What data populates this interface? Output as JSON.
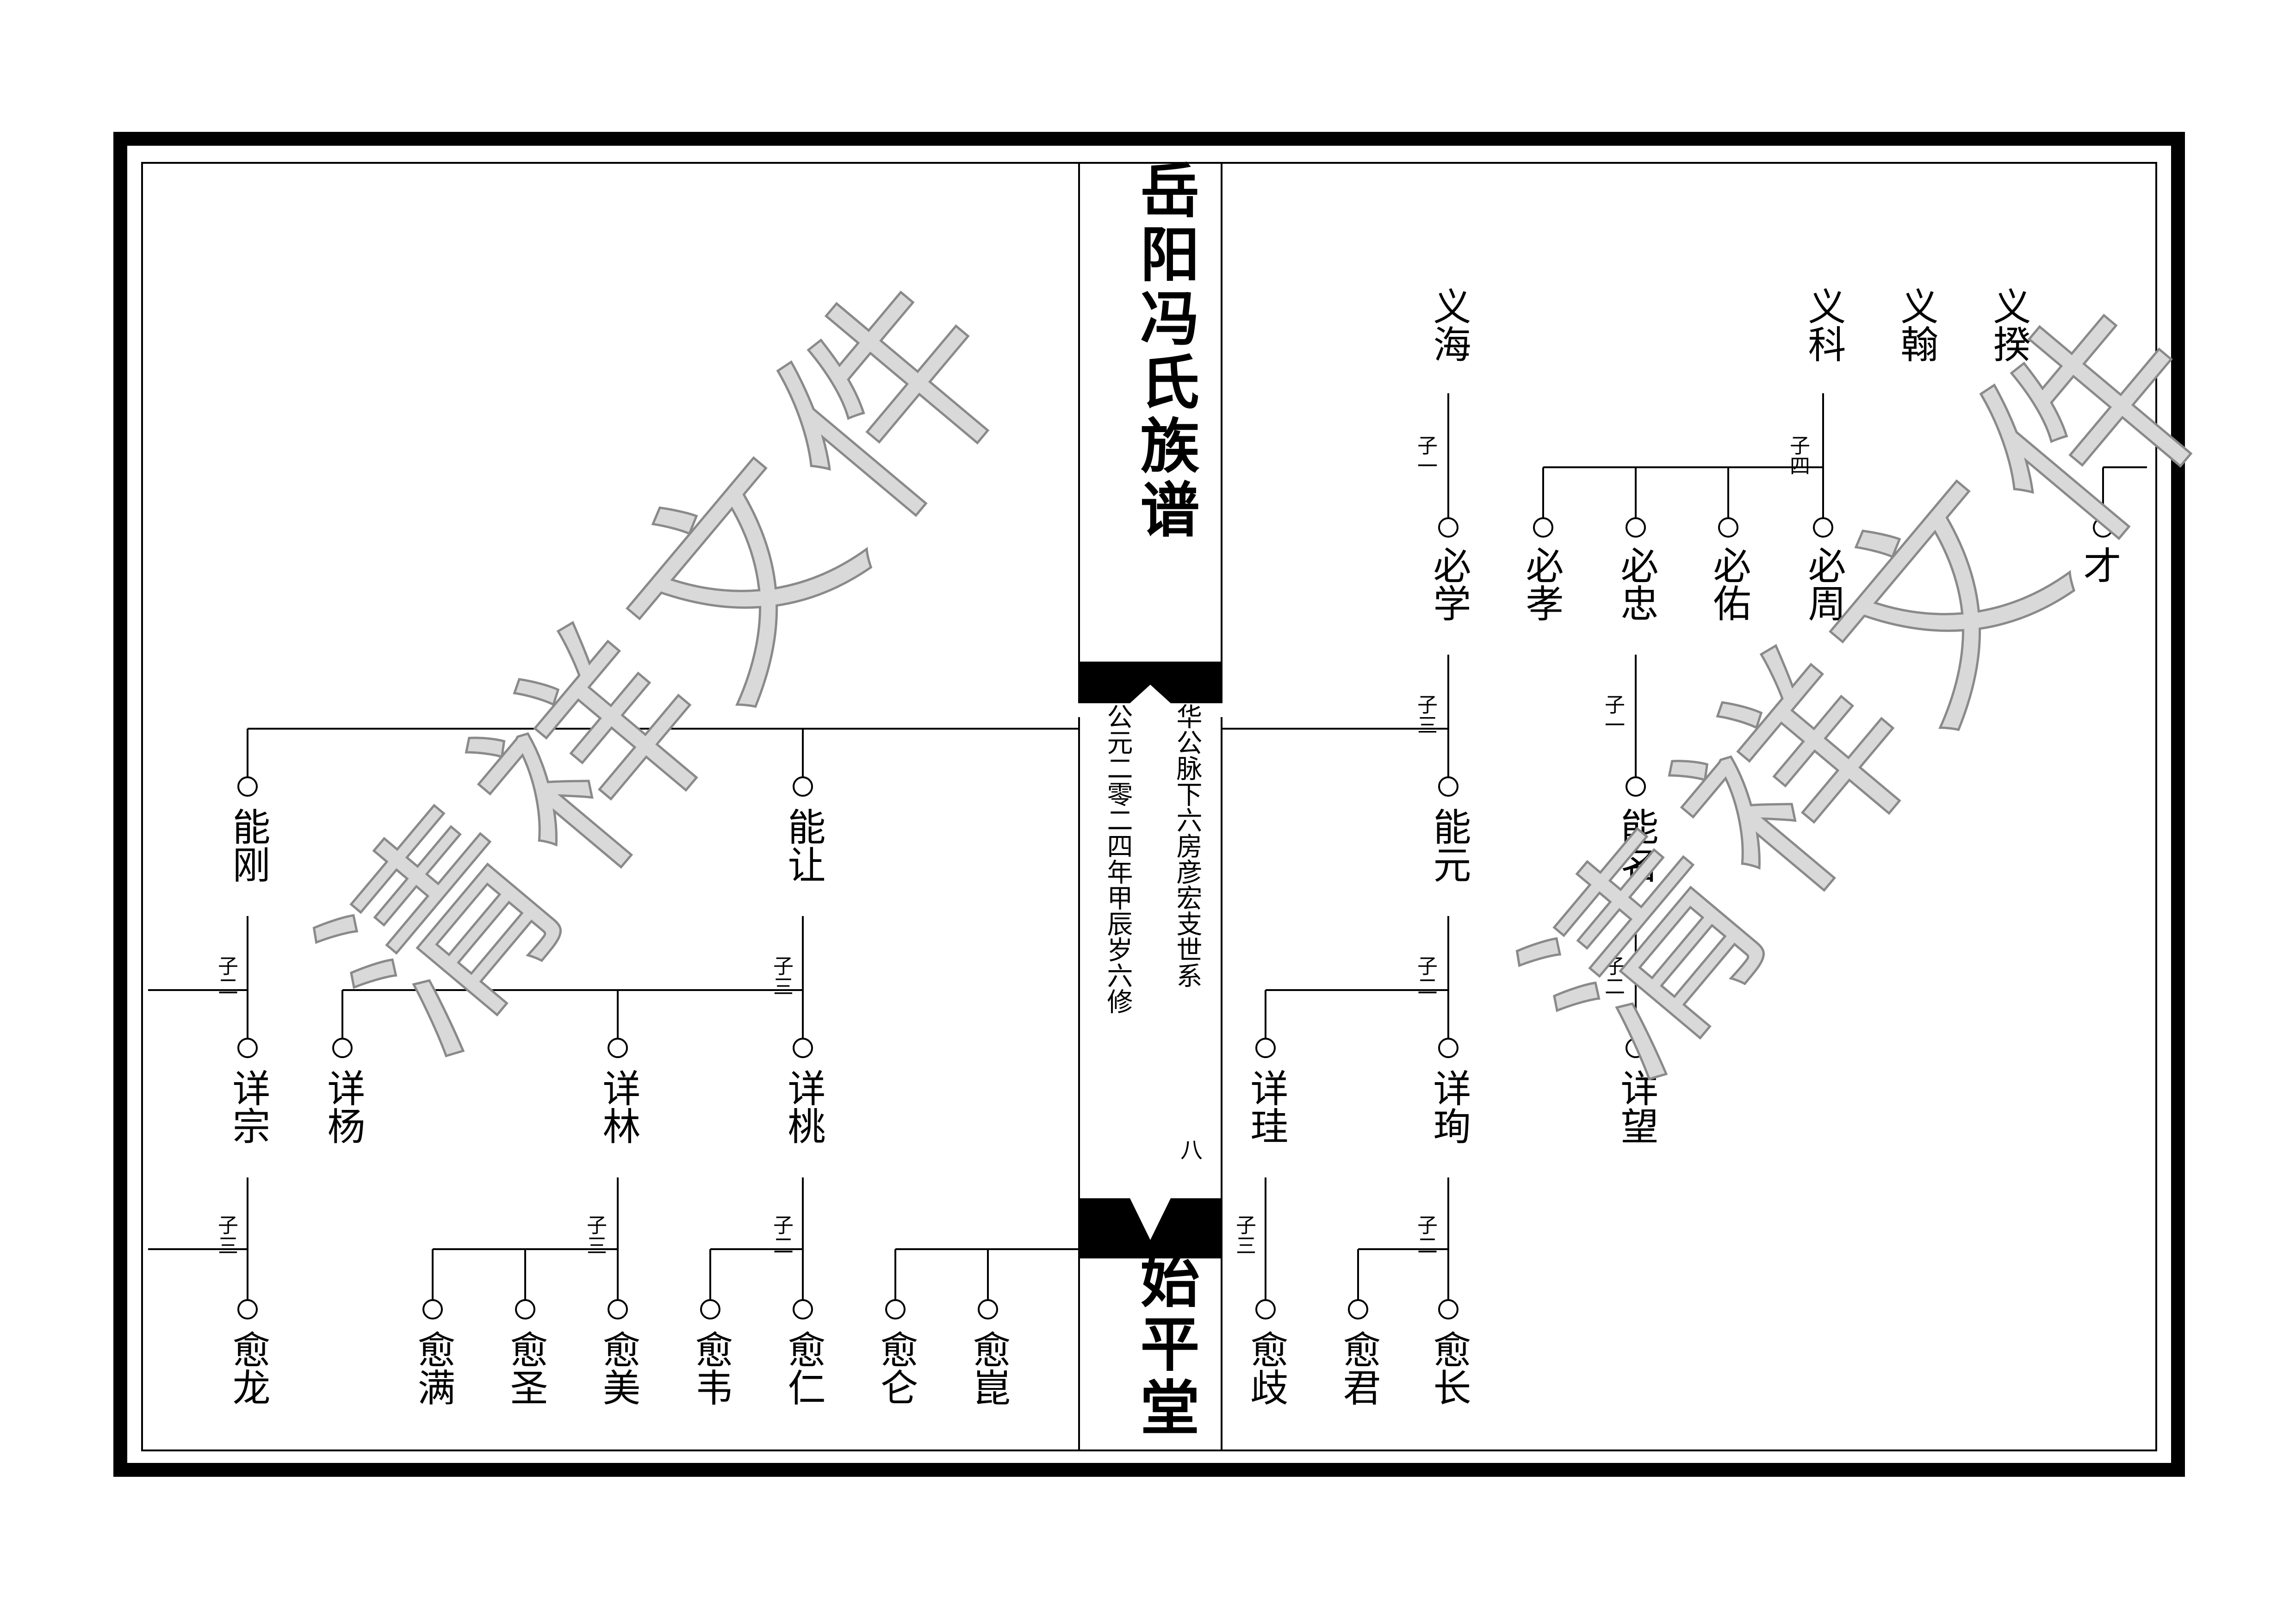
{
  "title": "岳阳冯氏族谱",
  "hall": "始平堂",
  "subtitle": "华公脉下六房彦宏支世系",
  "date": "公元二零二四年甲辰岁六修",
  "page": "八",
  "watermark": "清祥文件",
  "colors": {
    "ink": "#000000",
    "watermark_fill": "#d9d9d9",
    "watermark_stroke": "#8a8a8a"
  },
  "generations": [
    {
      "name": "义海"
    },
    {
      "name": "义科"
    },
    {
      "name": "义翰"
    },
    {
      "name": "义揆"
    },
    {
      "name": "必学"
    },
    {
      "name": "必孝"
    },
    {
      "name": "必忠"
    },
    {
      "name": "必佑"
    },
    {
      "name": "必周"
    },
    {
      "name": "才"
    },
    {
      "name": "能刚"
    },
    {
      "name": "能让"
    },
    {
      "name": "能元"
    },
    {
      "name": "能名"
    },
    {
      "name": "详宗"
    },
    {
      "name": "详杨"
    },
    {
      "name": "详林"
    },
    {
      "name": "详桃"
    },
    {
      "name": "详珪"
    },
    {
      "name": "详珣"
    },
    {
      "name": "详望"
    },
    {
      "name": "愈龙"
    },
    {
      "name": "愈满"
    },
    {
      "name": "愈圣"
    },
    {
      "name": "愈美"
    },
    {
      "name": "愈韦"
    },
    {
      "name": "愈仁"
    },
    {
      "name": "愈仑"
    },
    {
      "name": "愈崑"
    },
    {
      "name": "愈歧"
    },
    {
      "name": "愈君"
    },
    {
      "name": "愈长"
    }
  ],
  "relations": [
    "子一",
    "子四",
    "子三",
    "子一",
    "子二",
    "子三",
    "子二",
    "子二",
    "子三",
    "子三",
    "子二",
    "子三",
    "子二"
  ]
}
